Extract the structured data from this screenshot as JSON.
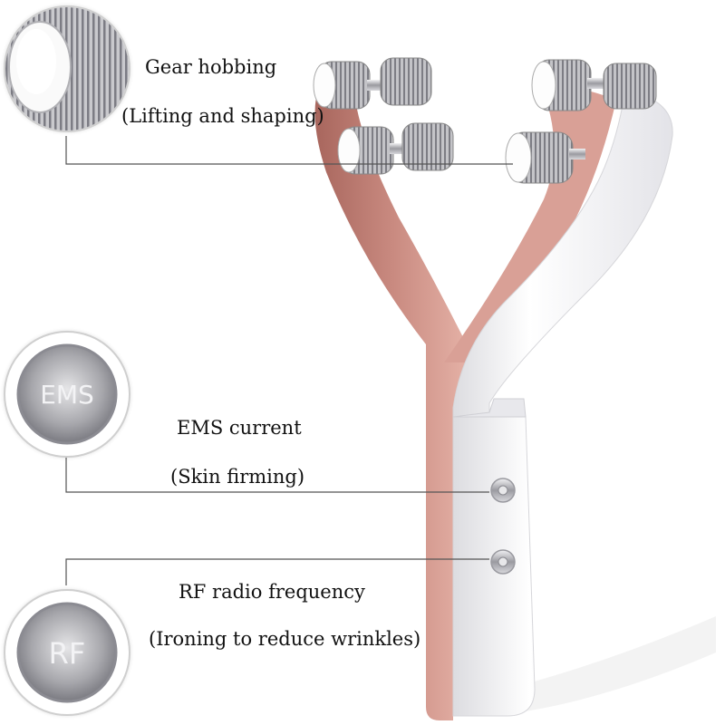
{
  "features": [
    {
      "label": "Gear hobbing",
      "sublabel": "(Lifting and shaping)",
      "icon": "gear-roller-icon"
    },
    {
      "label": "EMS current",
      "sublabel": "(Skin firming)",
      "icon": "ems-electrode-icon",
      "badge_text": "EMS"
    },
    {
      "label": "RF radio frequency",
      "sublabel": "(Ironing to reduce wrinkles)",
      "icon": "rf-electrode-icon",
      "badge_text": "RF"
    }
  ],
  "colors": {
    "rose_gold": "#c98a80",
    "rose_gold_light": "#e9bdb3",
    "body_white": "#f4f4f6",
    "metal": "#b8b8bc",
    "leader_line": "#555555"
  }
}
